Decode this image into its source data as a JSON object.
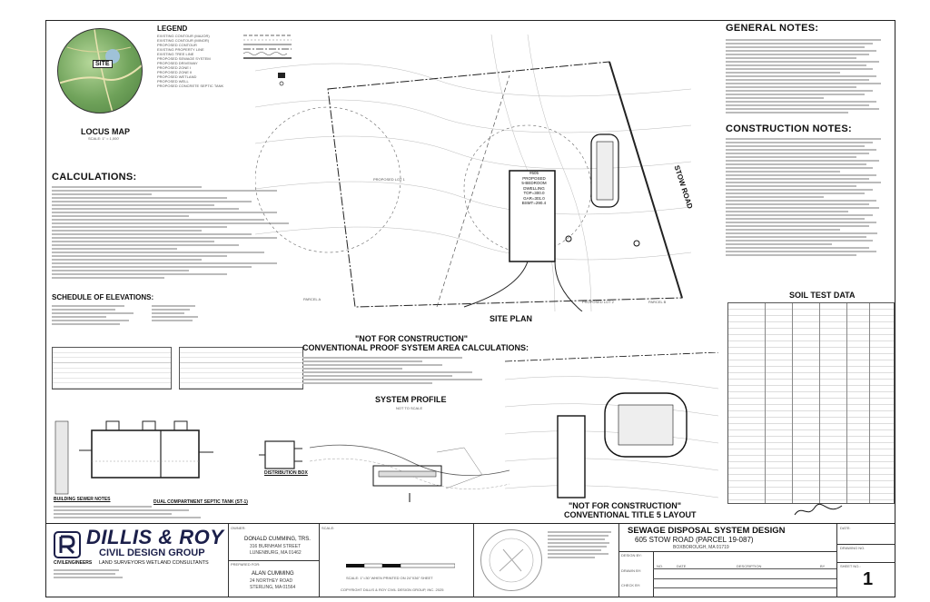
{
  "locus": {
    "title": "LOCUS MAP",
    "scale": "SCALE: 1\" = 1,000'",
    "site_label": "SITE"
  },
  "legend": {
    "title": "LEGEND",
    "items": [
      "EXISTING CONTOUR (MAJOR)",
      "EXISTING CONTOUR (MINOR)",
      "PROPOSED CONTOUR",
      "EXISTING PROPERTY LINE",
      "EXISTING TREE LINE",
      "PROPOSED SEWAGE SYSTEM",
      "PROPOSED DRIVEWAY",
      "PROPOSED ZONE I",
      "PROPOSED ZONE II",
      "PROPOSED WETLAND",
      "PROPOSED WELL",
      "PROPOSED CONCRETE SEPTIC TANK"
    ]
  },
  "calculations": {
    "title": "CALCULATIONS:"
  },
  "elevations": {
    "title": "SCHEDULE OF ELEVATIONS:"
  },
  "general_notes": {
    "title": "GENERAL NOTES:"
  },
  "construction_notes": {
    "title": "CONSTRUCTION NOTES:"
  },
  "soil_test": {
    "title": "SOIL TEST DATA"
  },
  "site_plan": {
    "title": "SITE PLAN",
    "road": "STOW ROAD",
    "house_label": "#605\nPROPOSED\n5-BEDROOM\nDWELLING\nTOP=300.0\nGAR=301.0\nBSMT=290.4",
    "lot1": "PROPOSED LOT 1",
    "lot2": "PROPOSED LOT 2",
    "parcel_a": "PARCEL A",
    "parcel_b": "PARCEL B"
  },
  "proof": {
    "not_for_construction": "\"NOT FOR CONSTRUCTION\"",
    "title": "CONVENTIONAL PROOF SYSTEM AREA CALCULATIONS:"
  },
  "system_profile": {
    "title": "SYSTEM PROFILE",
    "subtitle": "NOT TO SCALE"
  },
  "distribution_box": {
    "title": "DISTRIBUTION BOX"
  },
  "septic_tank": {
    "title": "DUAL COMPARTMENT SEPTIC TANK (ST-1)"
  },
  "building_sewer": {
    "title": "BUILDING SEWER NOTES"
  },
  "title5_layout": {
    "not_for_construction": "\"NOT FOR CONSTRUCTION\"",
    "title": "CONVENTIONAL TITLE 5 LAYOUT"
  },
  "titleblock": {
    "company": "DILLIS & ROY",
    "group": "CIVIL DESIGN GROUP",
    "services": "LAND SURVEYORS WETLAND CONSULTANTS",
    "tagline": "CIVILENGINEERS",
    "owner_label": "OWNER:",
    "owner_name": "DONALD CUMMING, TRS.",
    "owner_addr1": "316 BURNHAM STREET",
    "owner_addr2": "LUNENBURG, MA 01462",
    "applicant_label": "PREPARED FOR:",
    "applicant_name": "ALAN CUMMING",
    "applicant_addr1": "24 NORTHEY ROAD",
    "applicant_addr2": "STERLING, MA 01564",
    "scale_label": "SCALE:",
    "scale_note": "SCALE: 1\"=30' WHEN PRINTED ON 24\"X36\" SHEET",
    "copyright": "COPYRIGHT DILLIS & ROY CIVIL DESIGN GROUP, INC. 2025",
    "design_title": "SEWAGE DISPOSAL SYSTEM DESIGN",
    "address": "605 STOW ROAD (PARCEL 19-087)",
    "town": "BOXBOROUGH, MA 01719",
    "design_by": "DESIGN BY:",
    "drawn_by": "DRAWN BY:",
    "check_by": "CHECK BY:",
    "date_label": "DATE:",
    "drawing_no": "DRAWING NO.",
    "sheet_no": "SHEET NO.:",
    "sheet_number": "1",
    "col_no": "NO.",
    "col_date": "DATE",
    "col_desc": "DESCRIPTION",
    "col_by": "BY"
  },
  "colors": {
    "ink": "#111111",
    "brand": "#1b1f4a",
    "map_green": "#7fb069"
  }
}
